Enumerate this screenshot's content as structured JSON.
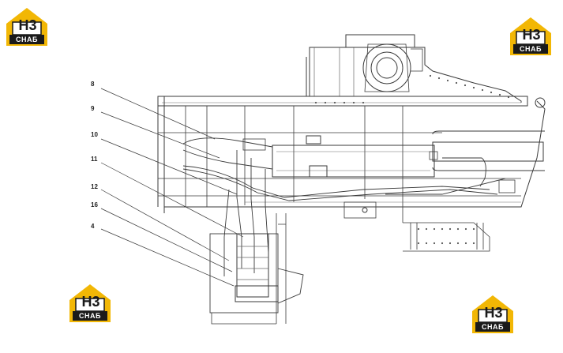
{
  "logos": {
    "brand_mark": "H3",
    "brand_text": "CHAБ",
    "colors": {
      "gold": "#f2b705",
      "dark": "#1a1a1a",
      "white": "#ffffff"
    }
  },
  "callouts": [
    {
      "label": "8"
    },
    {
      "label": "9"
    },
    {
      "label": "10"
    },
    {
      "label": "11"
    },
    {
      "label": "12"
    },
    {
      "label": "16"
    },
    {
      "label": "4"
    }
  ],
  "colors": {
    "line": "#3a3a3a",
    "thin": "#6a6a6a",
    "dots": "#555555"
  }
}
